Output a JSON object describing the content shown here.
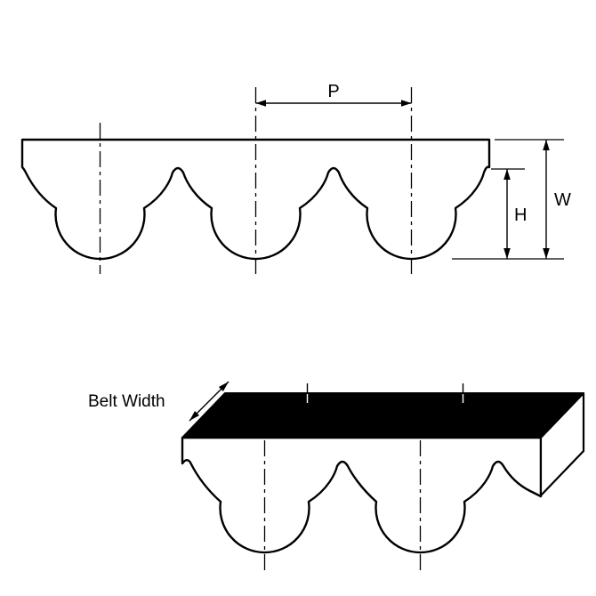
{
  "figure": {
    "type": "technical-drawing-timing-belt",
    "profile_view": {
      "tooth_count": 3,
      "dimensions": {
        "pitch_label": "P",
        "belt_thickness_label": "W",
        "tooth_height_label": "H"
      }
    },
    "perspective_view": {
      "tooth_count": 2,
      "belt_width_label": "Belt Width"
    },
    "colors": {
      "line": "#000000",
      "belt_fill": "#ffffff",
      "top_face_fill": "#000000",
      "background": "#ffffff"
    }
  }
}
